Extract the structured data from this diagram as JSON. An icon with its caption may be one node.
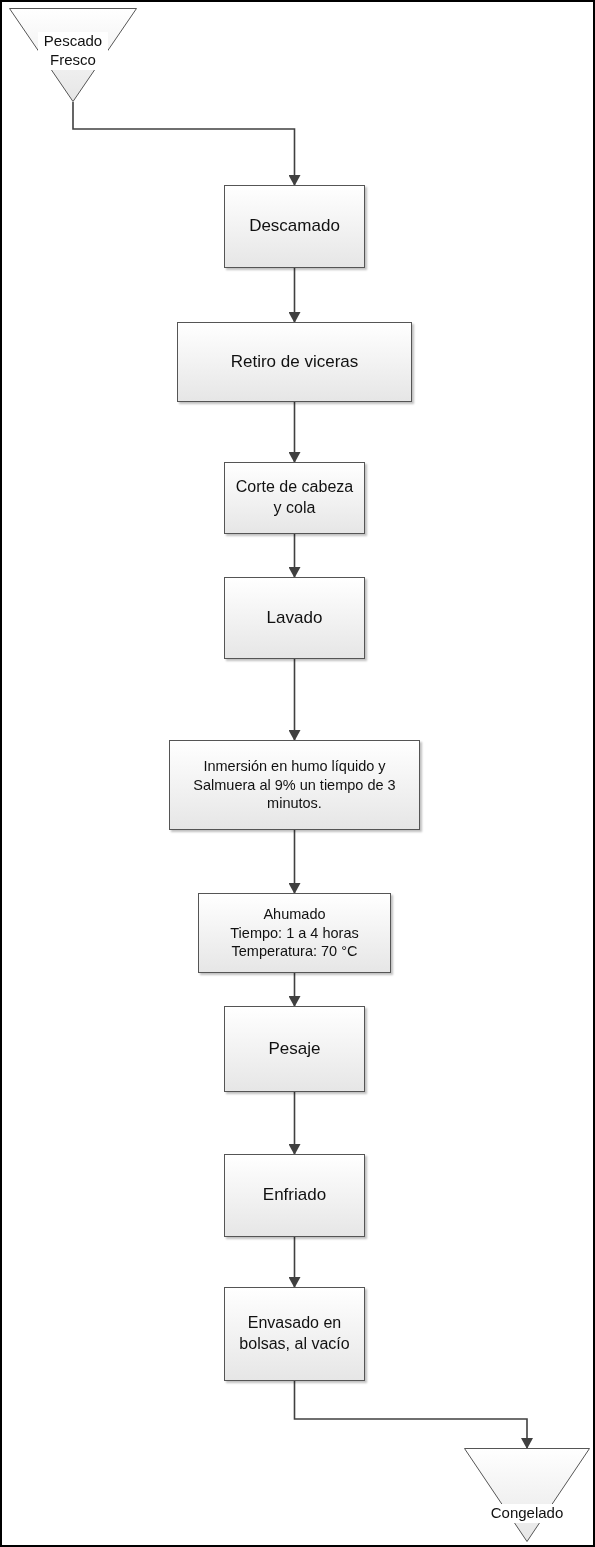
{
  "diagram": {
    "nodes": [
      {
        "text": [
          "Pescado Fresco"
        ]
      },
      {
        "text": [
          "Descamado"
        ]
      },
      {
        "text": [
          "Retiro de viceras"
        ]
      },
      {
        "text": [
          "Corte de cabeza y cola"
        ]
      },
      {
        "text": [
          "Lavado"
        ]
      },
      {
        "text": [
          "Inmersión en humo líquido y Salmuera al 9% un tiempo de 3 minutos."
        ]
      },
      {
        "text": [
          "Ahumado",
          "Tiempo: 1 a 4 horas",
          "Temperatura: 70 °C"
        ]
      },
      {
        "text": [
          "Pesaje"
        ]
      },
      {
        "text": [
          "Enfriado"
        ]
      },
      {
        "text": [
          "Envasado en bolsas, al vacío"
        ]
      },
      {
        "text": [
          "Congelado"
        ]
      }
    ],
    "edges": [
      {
        "from": 0,
        "to": 1,
        "arrow": "to"
      },
      {
        "from": 1,
        "to": 2,
        "arrow": "to"
      },
      {
        "from": 2,
        "to": 3,
        "arrow": "to"
      },
      {
        "from": 3,
        "to": 4,
        "arrow": "to"
      },
      {
        "from": 4,
        "to": 5,
        "arrow": "to"
      },
      {
        "from": 5,
        "to": 6,
        "arrow": "to"
      },
      {
        "from": 6,
        "to": 7,
        "arrow": "to"
      },
      {
        "from": 7,
        "to": 8,
        "arrow": "to"
      },
      {
        "from": 8,
        "to": 9,
        "arrow": "to"
      },
      {
        "from": 9,
        "to": 10,
        "arrow": "to"
      }
    ]
  }
}
